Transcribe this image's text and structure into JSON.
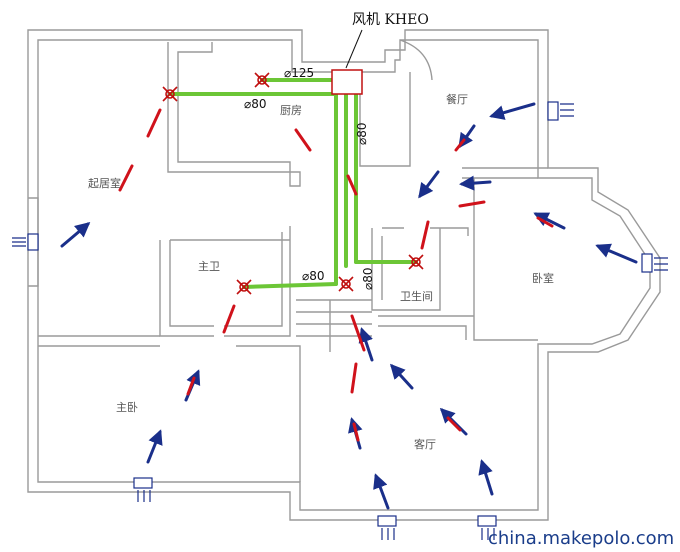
{
  "fan_label": "风机 KHEO",
  "duct_sizes": {
    "main": "⌀125",
    "kitchen_branch": "⌀80",
    "vertical_main": "⌀80",
    "master_bath_branch": "⌀80",
    "bathroom_branch": "⌀80"
  },
  "rooms": {
    "living": "起居室",
    "kitchen": "厨房",
    "dining": "餐厅",
    "master_bath": "主卫",
    "bathroom": "卫生间",
    "bedroom": "卧室",
    "master_bedroom": "主卧",
    "lounge": "客厅"
  },
  "watermark": "china.makepolo.com",
  "colors": {
    "wall": "#9a9a9a",
    "duct": "#6cc636",
    "intake_arrow": "#1a2f8a",
    "exhaust_arrow": "#d0121b",
    "exhaust_vent": "#c01010"
  }
}
